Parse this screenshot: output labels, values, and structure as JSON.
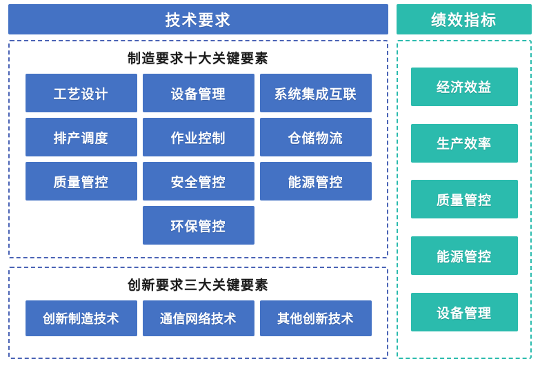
{
  "colors": {
    "blue": "#4472C4",
    "blue_border": "#4A63B5",
    "teal": "#2BBBAD",
    "text_dark": "#1a1a1a",
    "text_light": "#ffffff",
    "background": "#ffffff"
  },
  "left_panel": {
    "header": "技术要求",
    "sections": [
      {
        "title": "制造要求十大关键要素",
        "rows": [
          [
            "工艺设计",
            "设备管理",
            "系统集成互联"
          ],
          [
            "排产调度",
            "作业控制",
            "仓储物流"
          ],
          [
            "质量管控",
            "安全管控",
            "能源管控"
          ],
          [
            "环保管控"
          ]
        ]
      },
      {
        "title": "创新要求三大关键要素",
        "rows": [
          [
            "创新制造技术",
            "通信网络技术",
            "其他创新技术"
          ]
        ]
      }
    ]
  },
  "right_panel": {
    "header": "绩效指标",
    "items": [
      "经济效益",
      "生产效率",
      "质量管控",
      "能源管控",
      "设备管理"
    ]
  }
}
